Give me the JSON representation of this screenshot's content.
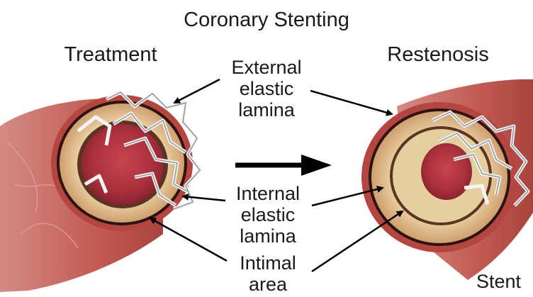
{
  "title": "Coronary Stenting",
  "panels": {
    "left_heading": "Treatment",
    "right_heading": "Restenosis"
  },
  "callouts": {
    "external": [
      "External",
      "elastic",
      "lamina"
    ],
    "internal": [
      "Internal",
      "elastic",
      "lamina"
    ],
    "intimal": [
      "Intimal",
      "area"
    ]
  },
  "stent_label": "Stent",
  "colors": {
    "adventitia": "#c9675c",
    "media_ring": "#e3c796",
    "lumen": "#b83a45",
    "neointima": "#e6cf9e",
    "stent_wire": "#8f969b",
    "arrow": "#000000"
  }
}
